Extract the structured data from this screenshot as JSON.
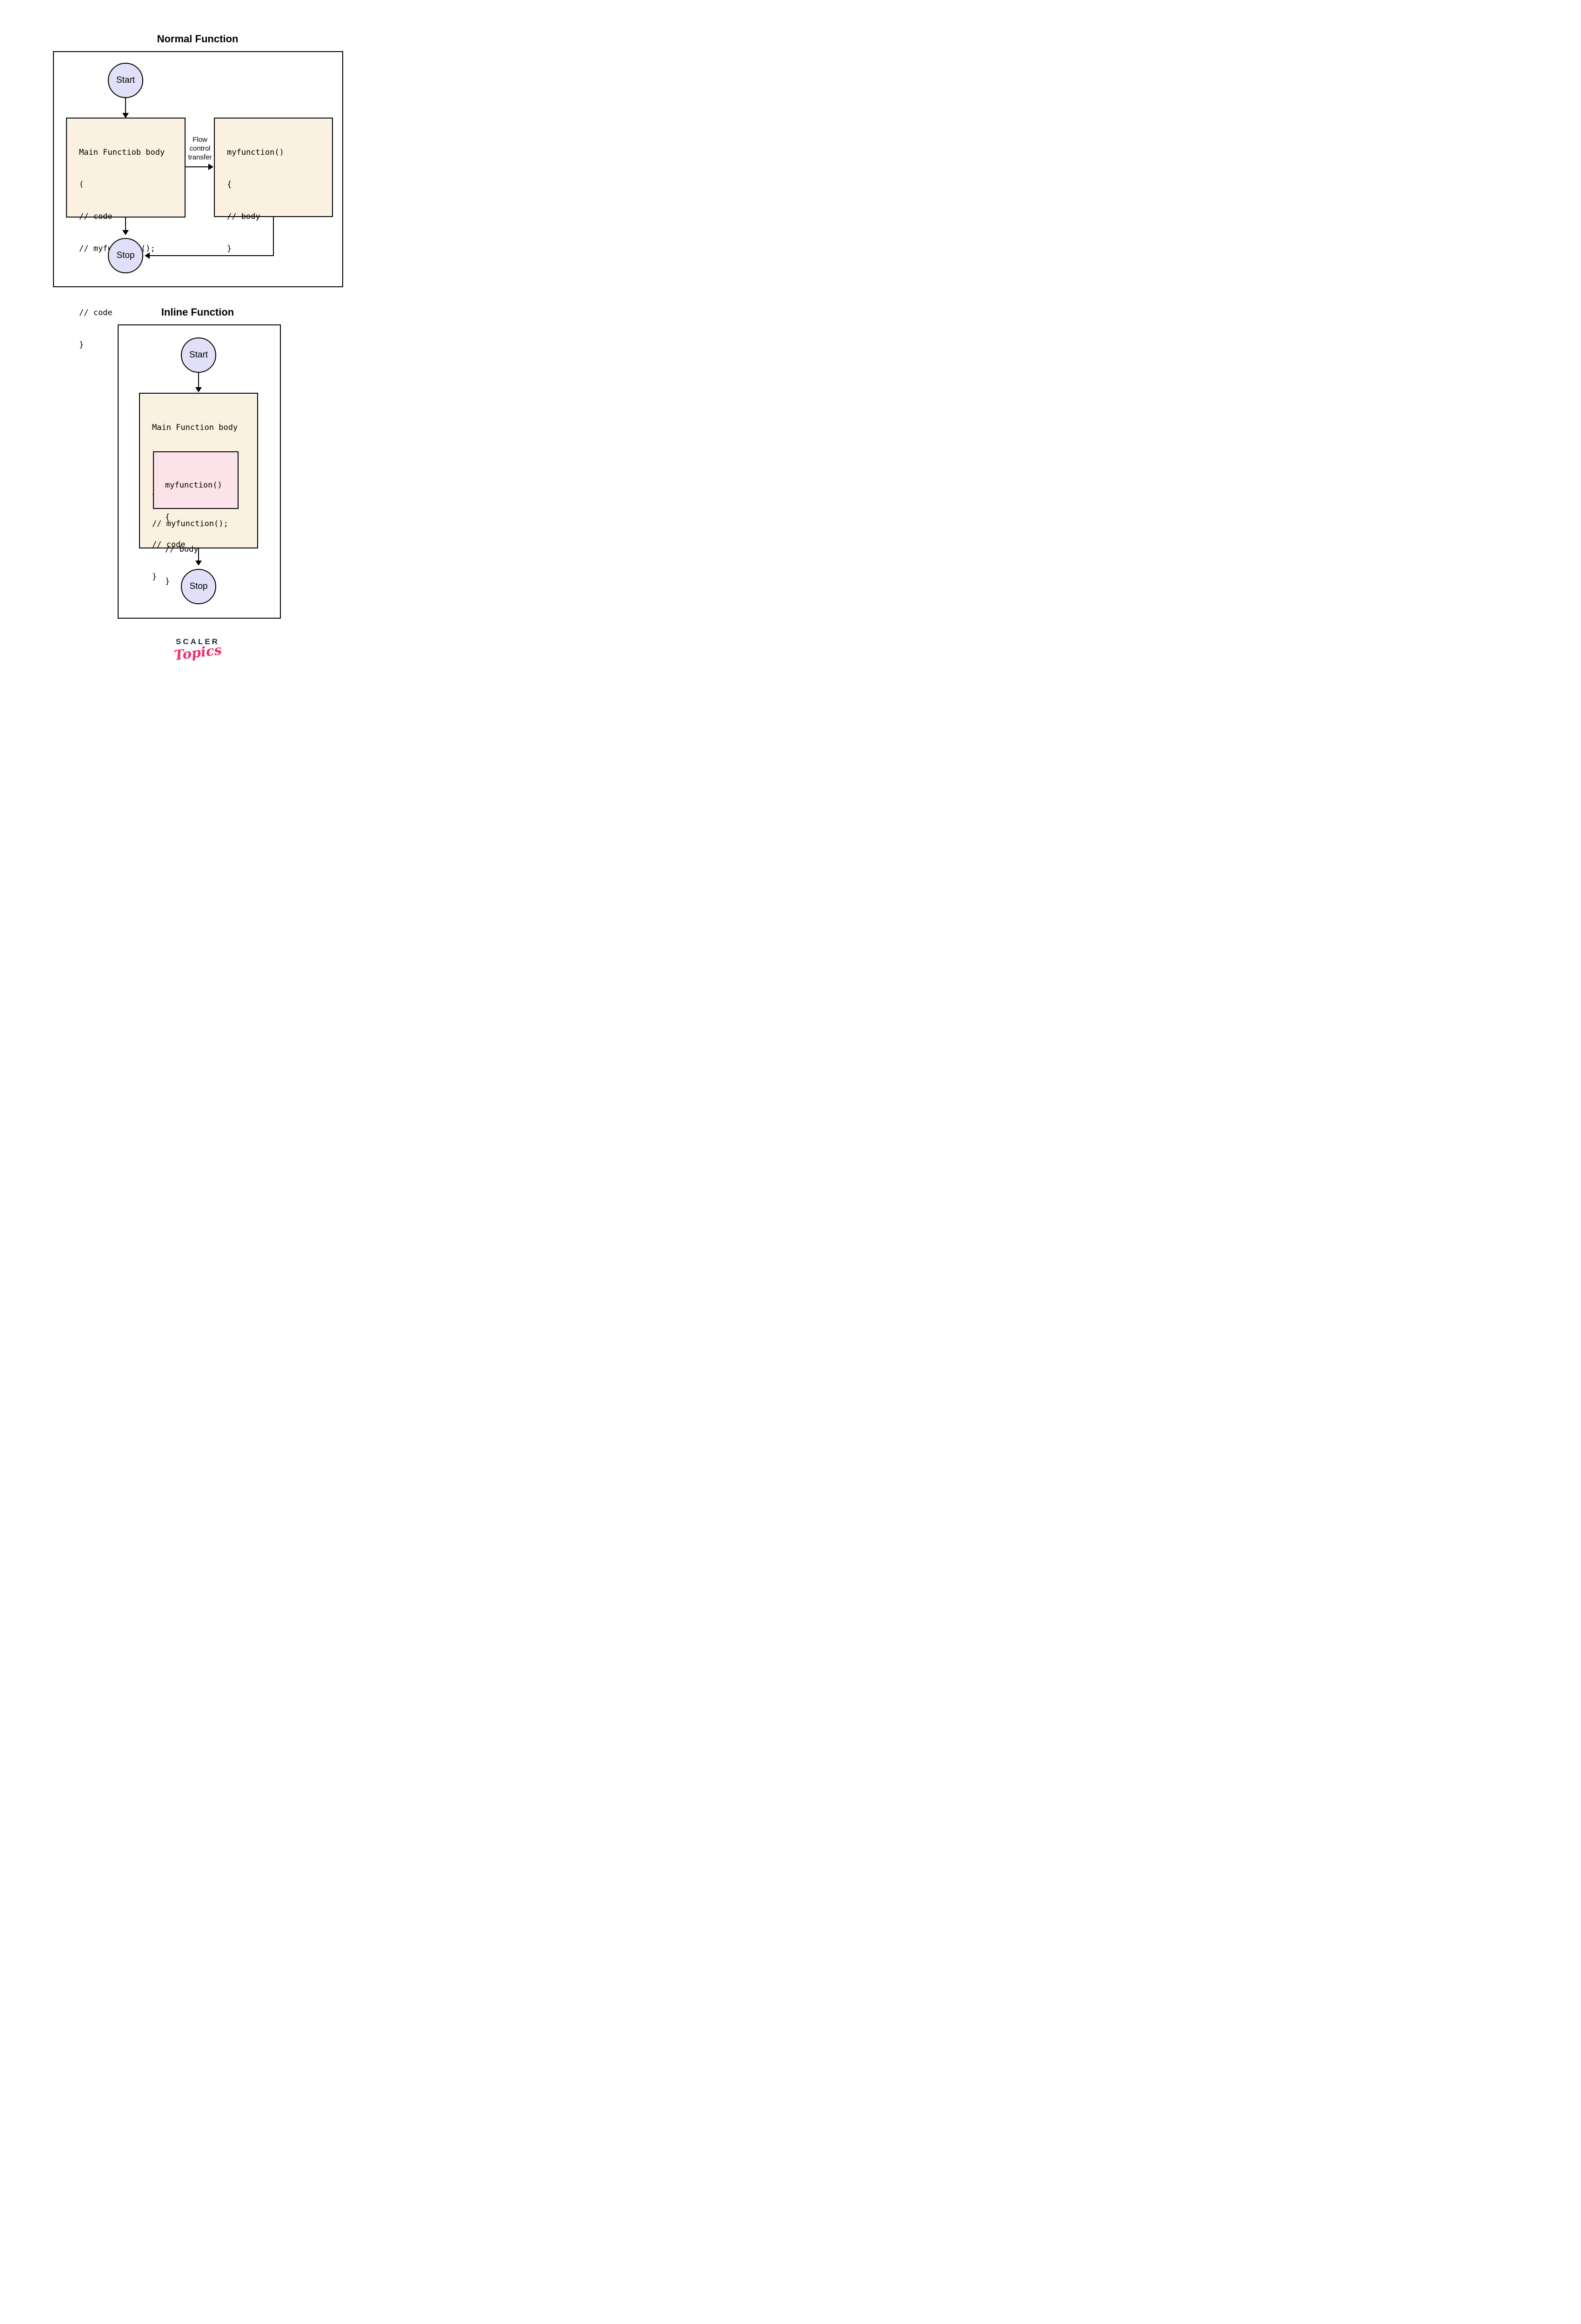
{
  "diagrams": {
    "normal": {
      "title": "Normal Function",
      "start": "Start",
      "stop": "Stop",
      "flow_label": [
        "Flow",
        "control",
        "transfer"
      ],
      "main_box": [
        "Main Functiob body",
        "(",
        "// code",
        "// myfunction();",
        "",
        "// code",
        "}"
      ],
      "function_box": [
        "myfunction()",
        "{",
        "// body",
        "}"
      ]
    },
    "inline": {
      "title": "Inline Function",
      "start": "Start",
      "stop": "Stop",
      "main_box_top": [
        "Main Function body",
        "(",
        "// code",
        "// myfunction();"
      ],
      "inline_function_box": [
        "myfunction()",
        "{",
        "// body",
        "}"
      ],
      "main_box_bottom": [
        "// code",
        "}"
      ]
    }
  },
  "logo": {
    "brand": "SCALER",
    "sub": "Topics"
  },
  "colors": {
    "code_box_fill": "#FBF1E0",
    "terminal_fill": "#E1E0F8",
    "inline_box_fill": "#FBE3E9",
    "stroke": "#000000",
    "brand_navy": "#18263B",
    "brand_pink": "#EC2F6E"
  }
}
